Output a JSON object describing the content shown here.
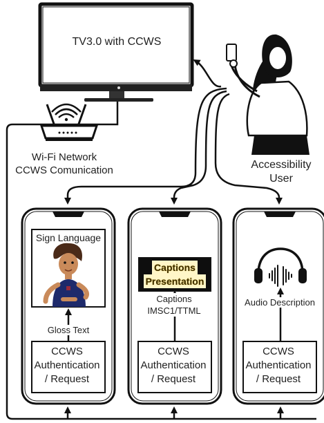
{
  "tv": {
    "label": "TV3.0 with CCWS"
  },
  "network": {
    "line1": "Wi-Fi Network",
    "line2": "CCWS Comunication"
  },
  "user": {
    "line1": "Accessibility",
    "line2": "User"
  },
  "phones": [
    {
      "title": "Sign Language",
      "middle_label": "Gloss Text",
      "request": "CCWS\nAuthentication\n/ Request"
    },
    {
      "title_line1": "Captions",
      "title_line2": "Presentation",
      "middle_line1": "Captions",
      "middle_line2": "IMSC1/TTML",
      "request": "CCWS\nAuthentication\n/ Request"
    },
    {
      "middle_label": "Audio Description",
      "request": "CCWS\nAuthentication\n/ Request"
    }
  ],
  "colors": {
    "line": "#111111",
    "caption_text": "#f5c518",
    "skin": "#c98a5a",
    "shirt": "#1e2a6b"
  },
  "icons": [
    "tv-icon",
    "router-icon",
    "user-icon",
    "smartphone-icon",
    "avatar-icon",
    "headphones-icon"
  ]
}
